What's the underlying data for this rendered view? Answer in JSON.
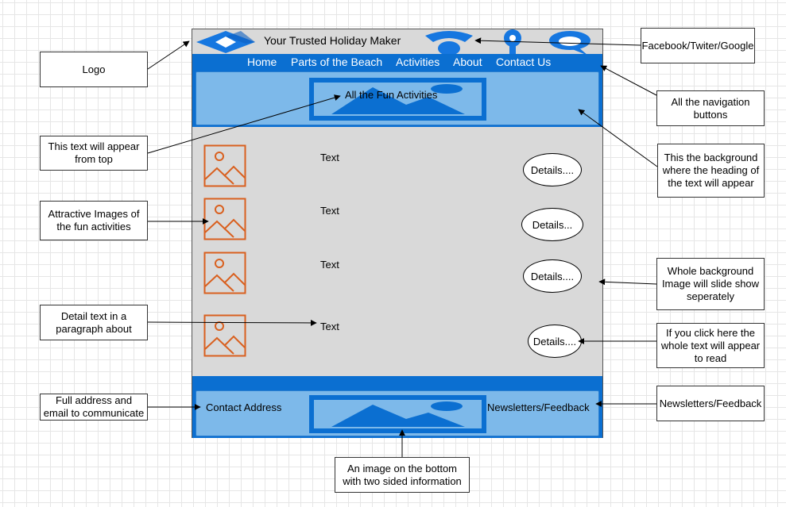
{
  "site": {
    "brand_title": "Your Trusted Holiday Maker",
    "nav": [
      "Home",
      "Parts of  the Beach",
      "Activities",
      "About",
      "Contact Us"
    ],
    "banner_label": "All the Fun Activities",
    "rows": [
      {
        "text": "Text",
        "details": "Details...."
      },
      {
        "text": "Text",
        "details": "Details..."
      },
      {
        "text": "Text",
        "details": "Details...."
      },
      {
        "text": "Text",
        "details": "Details...."
      }
    ],
    "footer_left": "Contact Address",
    "footer_right": "Newsletters/Feedback"
  },
  "notes": {
    "logo": "Logo",
    "social": "Facebook/Twiter/Google",
    "nav_buttons": "All the navigation buttons",
    "appear_top": "This text will appear from top",
    "heading_bg": "This the  background where the heading of the text will appear",
    "images": "Attractive Images of the fun activities",
    "slideshow": "Whole background Image will slide show seperately",
    "detail_text": "Detail text in a paragraph about",
    "click_here": "If you click here the whole text will appear to read",
    "address": "Full address and email to communicate",
    "newsletters": "Newsletters/Feedback",
    "bottom_image": "An image on the bottom with two sided information"
  },
  "colors": {
    "nav_blue": "#0b6fd1",
    "band_light_blue": "#7db9ea",
    "icon_blue": "#1677e0",
    "image_placeholder_orange": "#d9601f",
    "frame_gray": "#d9d9d9"
  },
  "icons": [
    "logo-diamond-icon",
    "wifi-icon",
    "map-pin-icon",
    "chat-bubble-icon",
    "image-placeholder-icon"
  ]
}
